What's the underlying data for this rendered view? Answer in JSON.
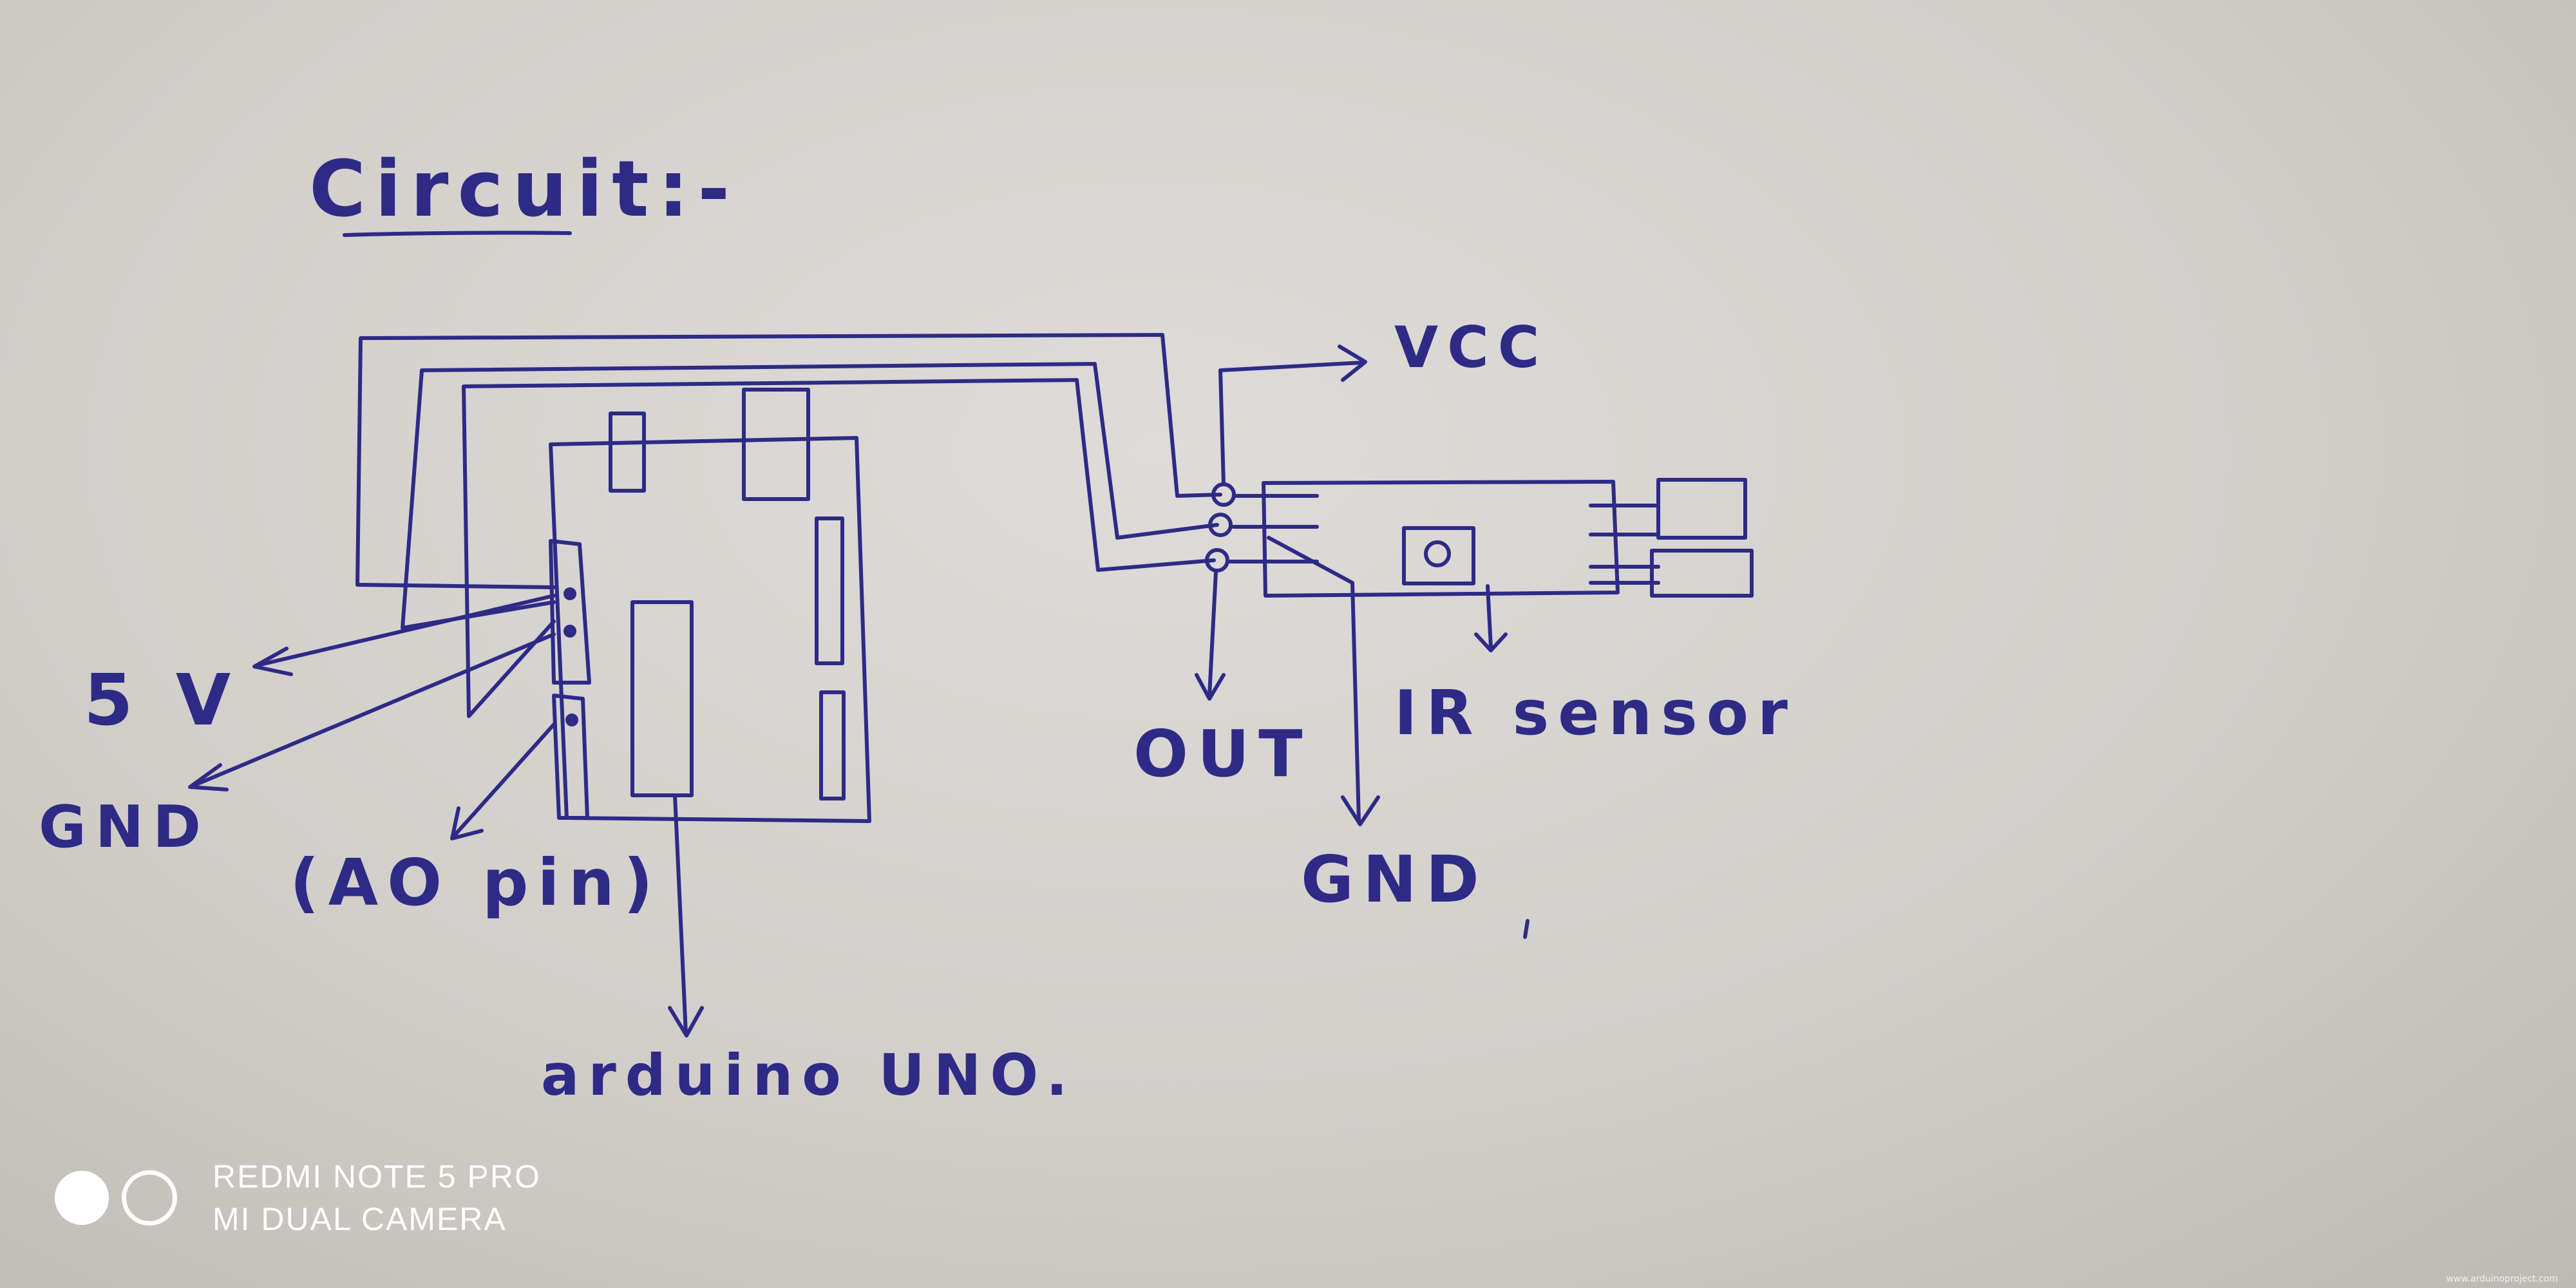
{
  "title": "Circuit:-",
  "labels": {
    "five_v": "5 V",
    "gnd_left": "GND",
    "a0_pin": "(AO pin)",
    "arduino": "arduino UNO.",
    "vcc": "VCC",
    "out": "OUT",
    "gnd_right": "GND",
    "ir_sensor": "IR sensor"
  },
  "watermark": {
    "line1": "REDMI NOTE 5 PRO",
    "line2": "MI DUAL CAMERA"
  },
  "source_mark": "www.arduinoproject.com",
  "colors": {
    "ink": "#2e2a86",
    "paper": "#d6d3cf",
    "watermark": "#ffffff"
  }
}
